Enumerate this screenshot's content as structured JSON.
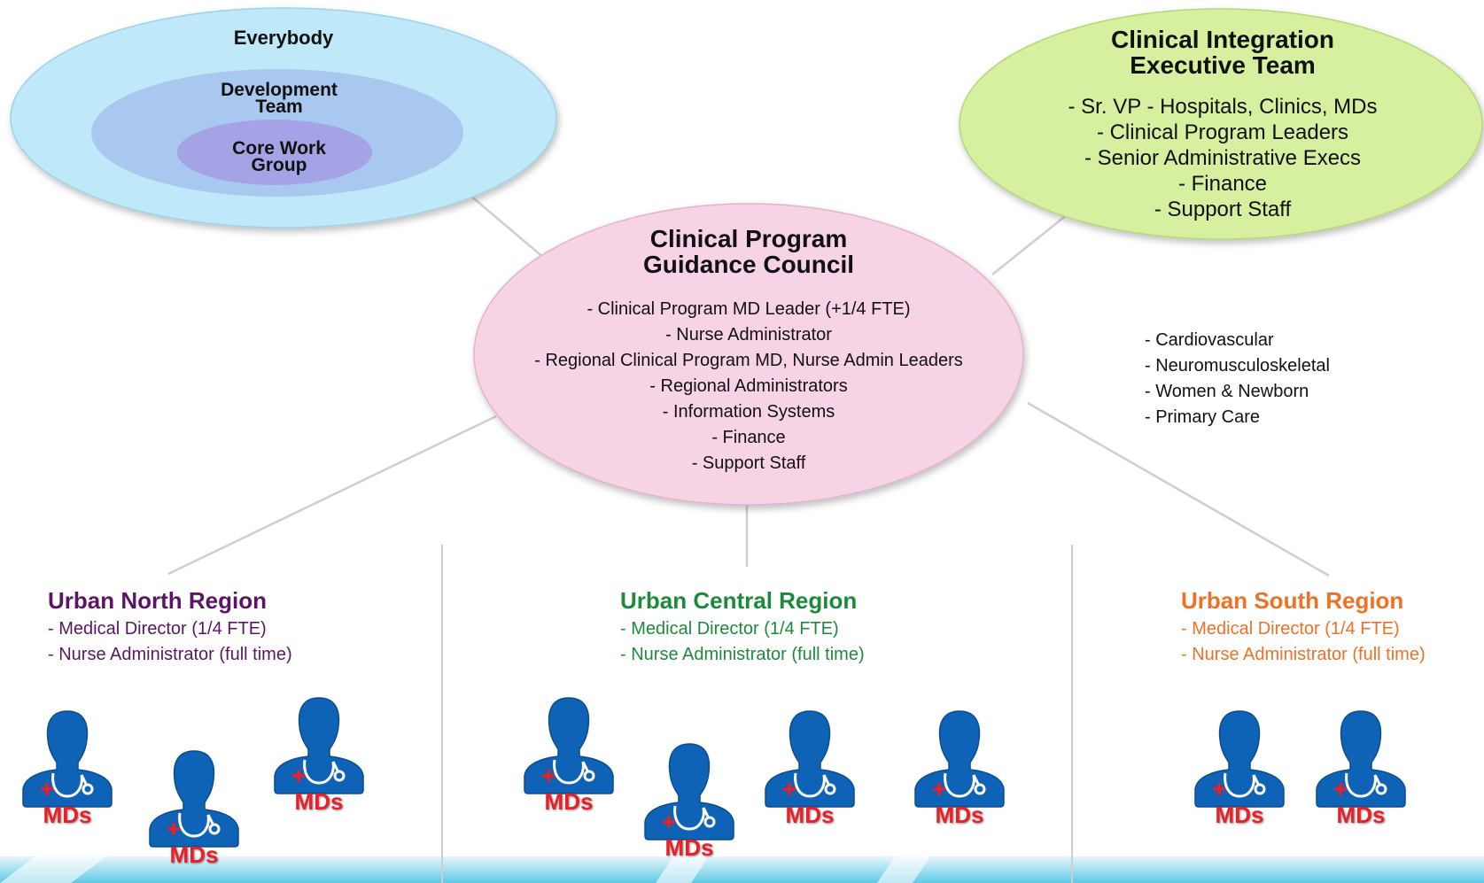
{
  "everybody": {
    "outer": "Everybody",
    "middle": "Development Team",
    "inner": "Core Work Group"
  },
  "executive": {
    "title_line1": "Clinical Integration",
    "title_line2": "Executive Team",
    "items": [
      "- Sr. VP - Hospitals, Clinics, MDs",
      "- Clinical Program Leaders",
      "- Senior Administrative Execs",
      "- Finance",
      "- Support Staff"
    ]
  },
  "council": {
    "title_line1": "Clinical Program",
    "title_line2": "Guidance Council",
    "items": [
      "- Clinical Program MD Leader (+1/4 FTE)",
      "- Nurse Administrator",
      "- Regional Clinical Program MD, Nurse Admin Leaders",
      "- Regional Administrators",
      "- Information Systems",
      "- Finance",
      "- Support Staff"
    ]
  },
  "programs": [
    "- Cardiovascular",
    "- Neuromusculoskeletal",
    "- Women & Newborn",
    "- Primary Care"
  ],
  "regions": [
    {
      "title": "Urban North Region",
      "color": "#5a1565",
      "items": [
        "- Medical Director (1/4 FTE)",
        "- Nurse Administrator (full time)"
      ],
      "md_labels": [
        "MDs",
        "MDs",
        "MDs"
      ]
    },
    {
      "title": "Urban Central Region",
      "color": "#1c8a3b",
      "items": [
        "- Medical Director (1/4 FTE)",
        "- Nurse Administrator (full time)"
      ],
      "md_labels": [
        "MDs",
        "MDs",
        "MDs",
        "MDs"
      ]
    },
    {
      "title": "Urban South Region",
      "color": "#f07024",
      "items": [
        "- Medical Director (1/4 FTE)",
        "- Nurse Administrator (full time)"
      ],
      "md_labels": [
        "MDs",
        "MDs"
      ]
    }
  ],
  "colors": {
    "everybody_outer": "#bfe9f8",
    "everybody_middle": "#a9c8ef",
    "everybody_inner": "#a4a3e6",
    "executive": "#d6f0a0",
    "council": "#f7d3e6",
    "md_icon": "#0f63b6",
    "md_label": "#e8202a"
  }
}
